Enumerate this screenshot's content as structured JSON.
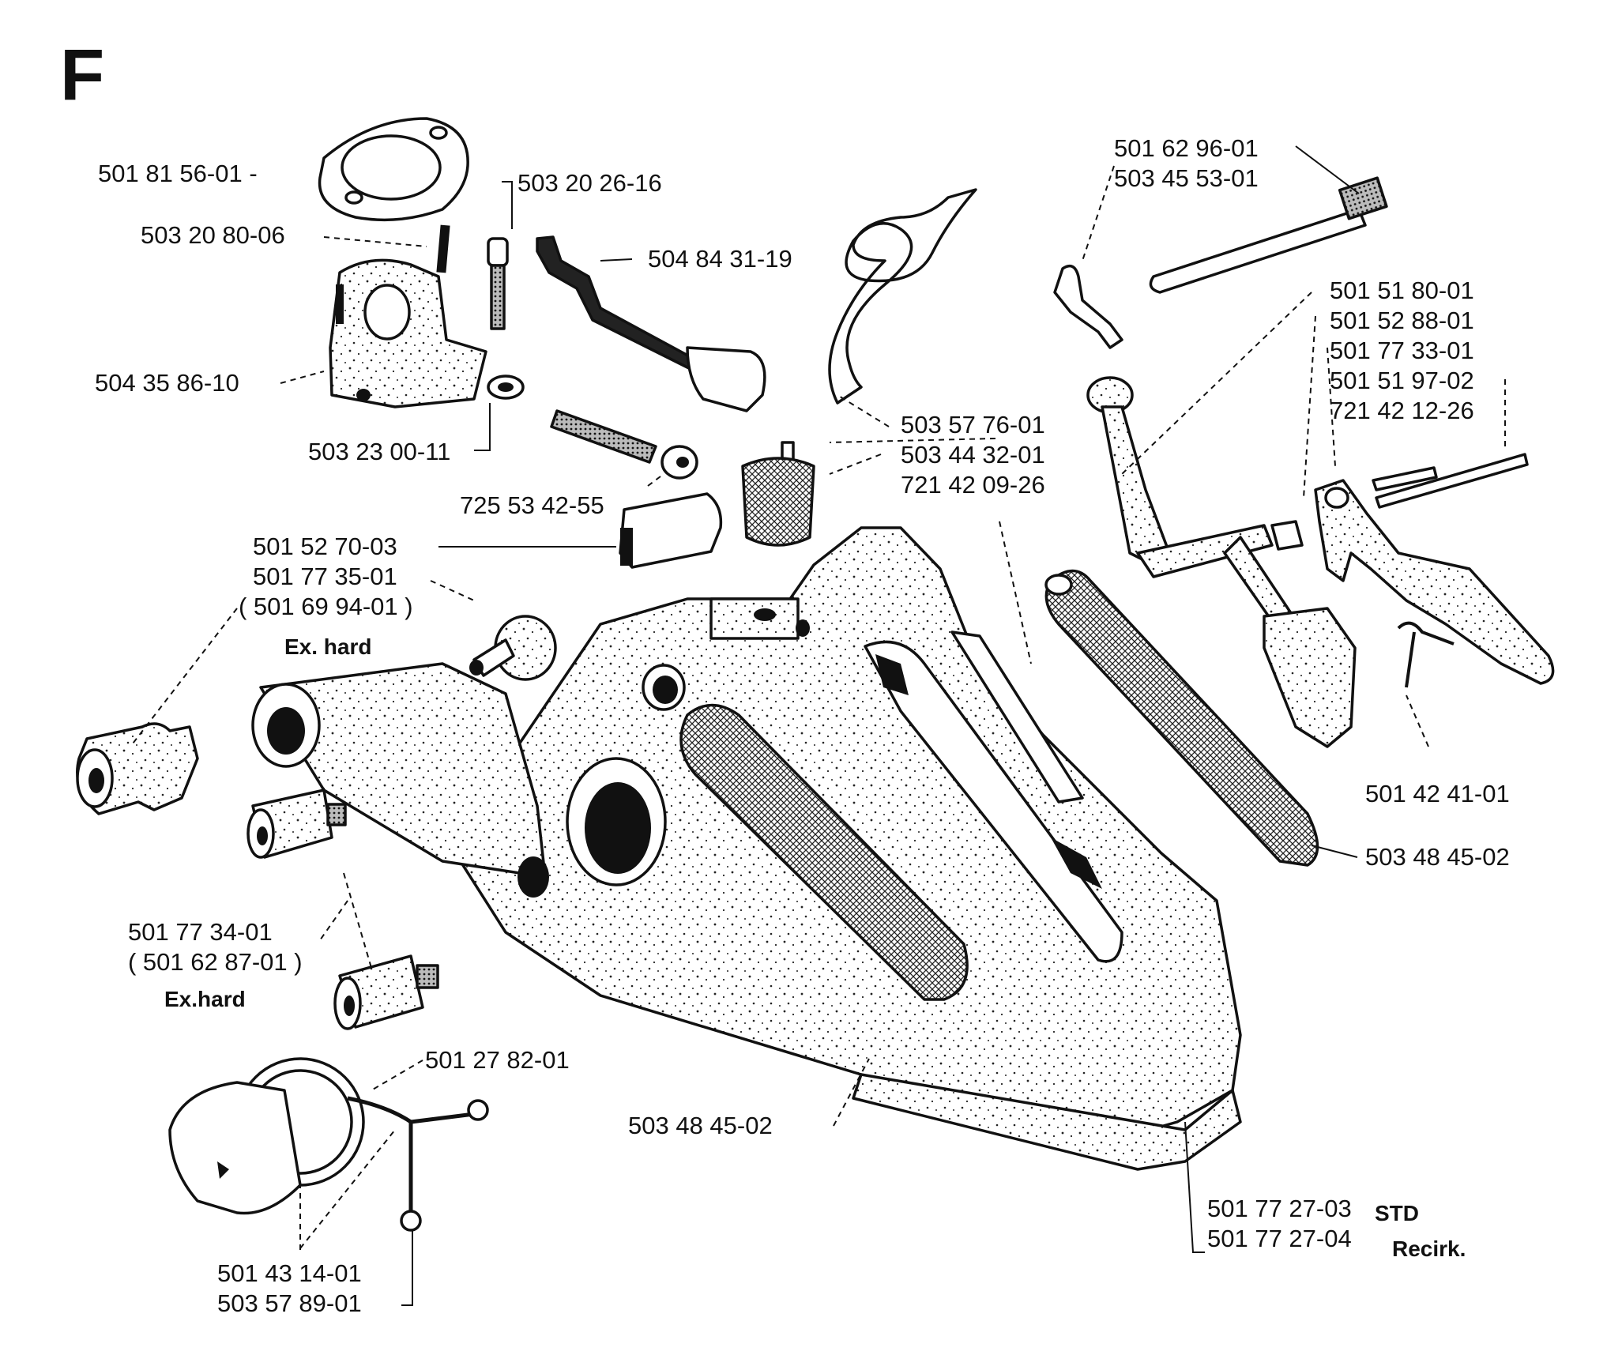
{
  "diagram": {
    "section": "F",
    "notes": {
      "ex_hard_1": "Ex. hard",
      "ex_hard_2": "Ex.hard",
      "std": "STD",
      "recirk": "Recirk."
    },
    "parts": [
      {
        "id": "p01",
        "number": "501 81 56-01 -"
      },
      {
        "id": "p02",
        "number": "503 20 80-06"
      },
      {
        "id": "p03",
        "number": "503 20 26-16"
      },
      {
        "id": "p04",
        "number": "504 84 31-19"
      },
      {
        "id": "p05",
        "number": "504 35 86-10"
      },
      {
        "id": "p06",
        "number": "503 23 00-11"
      },
      {
        "id": "p07",
        "number": "725 53 42-55"
      },
      {
        "id": "p08",
        "number": "501 52 70-03"
      },
      {
        "id": "p09",
        "number": "501 77 35-01"
      },
      {
        "id": "p10",
        "number": "( 501 69 94-01 )"
      },
      {
        "id": "p11",
        "number": "503 57 76-01"
      },
      {
        "id": "p12",
        "number": "503 44 32-01"
      },
      {
        "id": "p13",
        "number": "721 42 09-26"
      },
      {
        "id": "p14",
        "number": "501 62 96-01"
      },
      {
        "id": "p15",
        "number": "503 45 53-01"
      },
      {
        "id": "p16",
        "number": "501 51 80-01"
      },
      {
        "id": "p17",
        "number": "501 52 88-01"
      },
      {
        "id": "p18",
        "number": "501 77 33-01"
      },
      {
        "id": "p19",
        "number": "501 51  97-02"
      },
      {
        "id": "p20",
        "number": "721 42 12-26"
      },
      {
        "id": "p21",
        "number": "501 42 41-01"
      },
      {
        "id": "p22",
        "number": "503 48 45-02"
      },
      {
        "id": "p23",
        "number": "501 77 34-01"
      },
      {
        "id": "p24",
        "number": "( 501 62 87-01 )"
      },
      {
        "id": "p25",
        "number": "501 27  82-01"
      },
      {
        "id": "p26",
        "number": "503 48 45-02"
      },
      {
        "id": "p27",
        "number": "501 77 27-03"
      },
      {
        "id": "p28",
        "number": "501 77 27-04"
      },
      {
        "id": "p29",
        "number": "501 43 14-01"
      },
      {
        "id": "p30",
        "number": "503 57 89-01"
      }
    ]
  }
}
